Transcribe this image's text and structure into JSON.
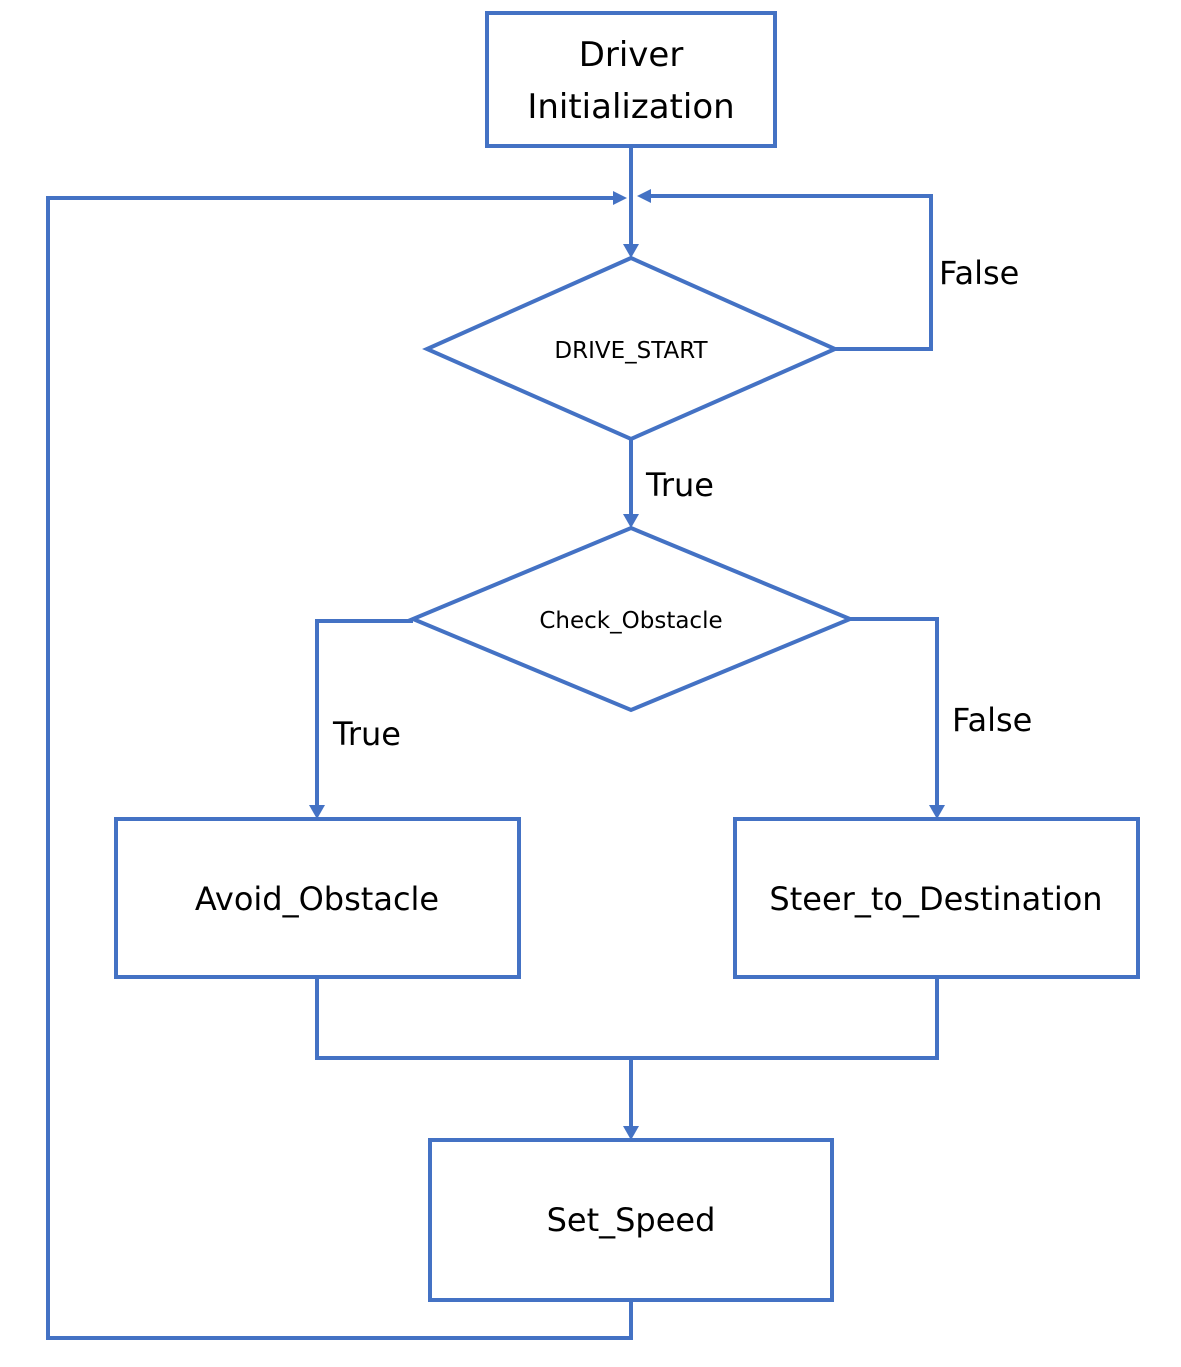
{
  "diagram": {
    "line_color": "#4472C4",
    "nodes": {
      "init": {
        "lines": [
          "Driver",
          "Initialization"
        ]
      },
      "drive_start": {
        "label": "DRIVE_START"
      },
      "check_obstacle": {
        "label": "Check_Obstacle"
      },
      "avoid_obstacle": {
        "label": "Avoid_Obstacle"
      },
      "steer": {
        "label": "Steer_to_Destination"
      },
      "set_speed": {
        "label": "Set_Speed"
      }
    },
    "edges": {
      "drive_start_false": "False",
      "drive_start_true": "True",
      "check_true": "True",
      "check_false": "False"
    }
  }
}
